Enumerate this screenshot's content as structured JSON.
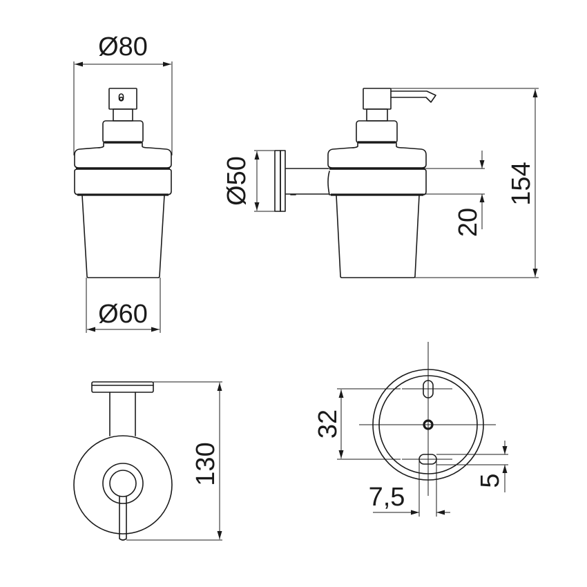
{
  "drawing": {
    "title": "Soap dispenser technical drawing",
    "colors": {
      "line": "#1a1a1a",
      "background": "#ffffff"
    },
    "views": {
      "front": {
        "dimensions": {
          "top_diameter": "Ø80",
          "bottom_diameter": "Ø60"
        }
      },
      "side": {
        "dimensions": {
          "wall_plate_diameter": "Ø50",
          "ring_height": "20",
          "total_height": "154"
        }
      },
      "top": {
        "dimensions": {
          "height": "130"
        }
      },
      "wall_plate": {
        "dimensions": {
          "hole_spacing": "32",
          "slot_width": "7,5",
          "slot_height": "5"
        }
      }
    }
  }
}
